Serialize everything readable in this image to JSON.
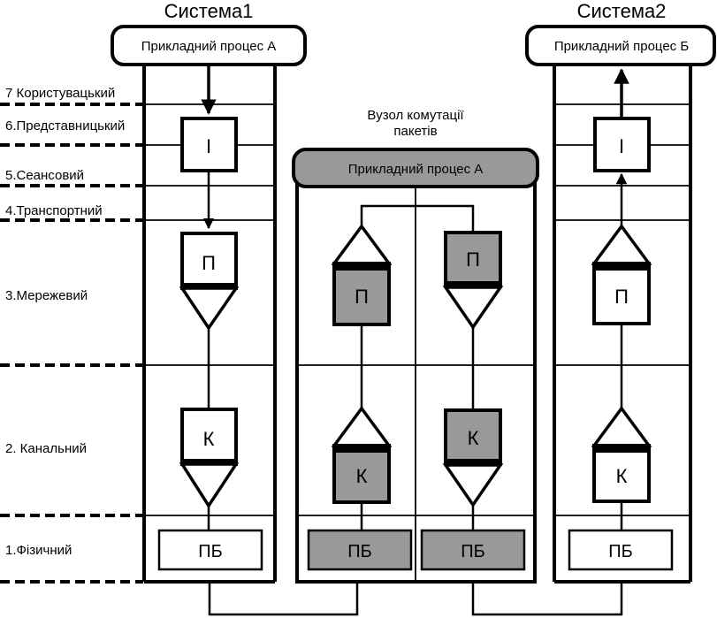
{
  "system1": {
    "title": "Система1",
    "app_process": "Прикладний процес А"
  },
  "system2": {
    "title": "Система2",
    "app_process": "Прикладний процес Б"
  },
  "switch_node": {
    "caption_line1": "Вузол комутації",
    "caption_line2": "пакетів",
    "app_process": "Прикладний процес А"
  },
  "layers": {
    "l7": "7 Користувацький",
    "l6": "6.Представницький",
    "l5": "5.Сеансовий",
    "l4": "4.Транспортний",
    "l3": "3.Мережевий",
    "l2": "2. Канальний",
    "l1": "1.Фізичний"
  },
  "blocks": {
    "presentation": "І",
    "network": "П",
    "link": "К",
    "physical": "ПБ"
  },
  "colors": {
    "stroke": "#000000",
    "gray_fill": "#999999",
    "white_fill": "#ffffff"
  }
}
